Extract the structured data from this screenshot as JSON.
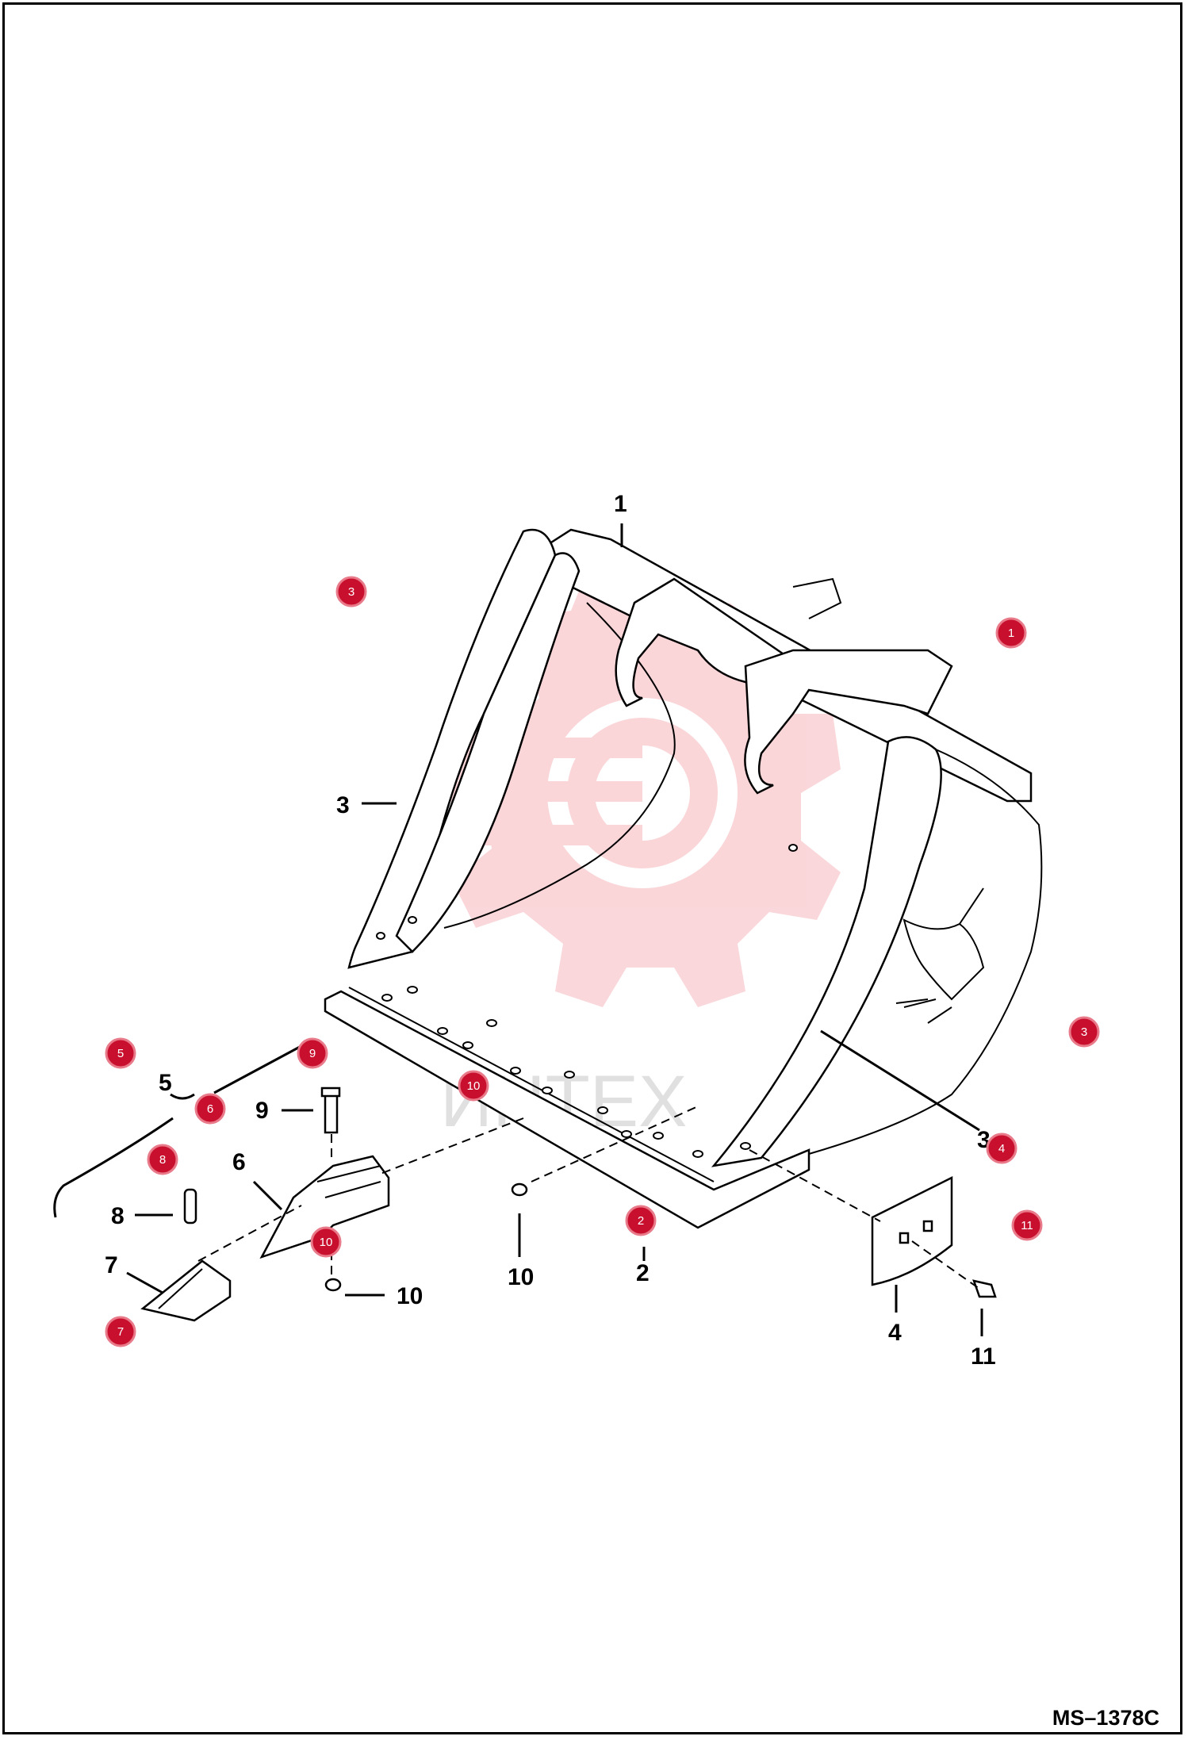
{
  "diagram": {
    "code": "MS–1378C",
    "watermark": "ИНТЕХ",
    "callouts": {
      "c1": "1",
      "c2": "2",
      "c3a": "3",
      "c3b": "3",
      "c4": "4",
      "c5": "5",
      "c6": "6",
      "c7": "7",
      "c8": "8",
      "c9": "9",
      "c10a": "10",
      "c10b": "10",
      "c11": "11"
    },
    "hotspots": {
      "h1": "1",
      "h2": "2",
      "h3a": "3",
      "h3b": "3",
      "h4": "4",
      "h5": "5",
      "h6": "6",
      "h7": "7",
      "h8": "8",
      "h9": "9",
      "h10a": "10",
      "h10b": "10",
      "h11": "11"
    },
    "colors": {
      "hotspot": "#c8102e",
      "watermark": "#f4a0a6",
      "line": "#000000"
    }
  }
}
